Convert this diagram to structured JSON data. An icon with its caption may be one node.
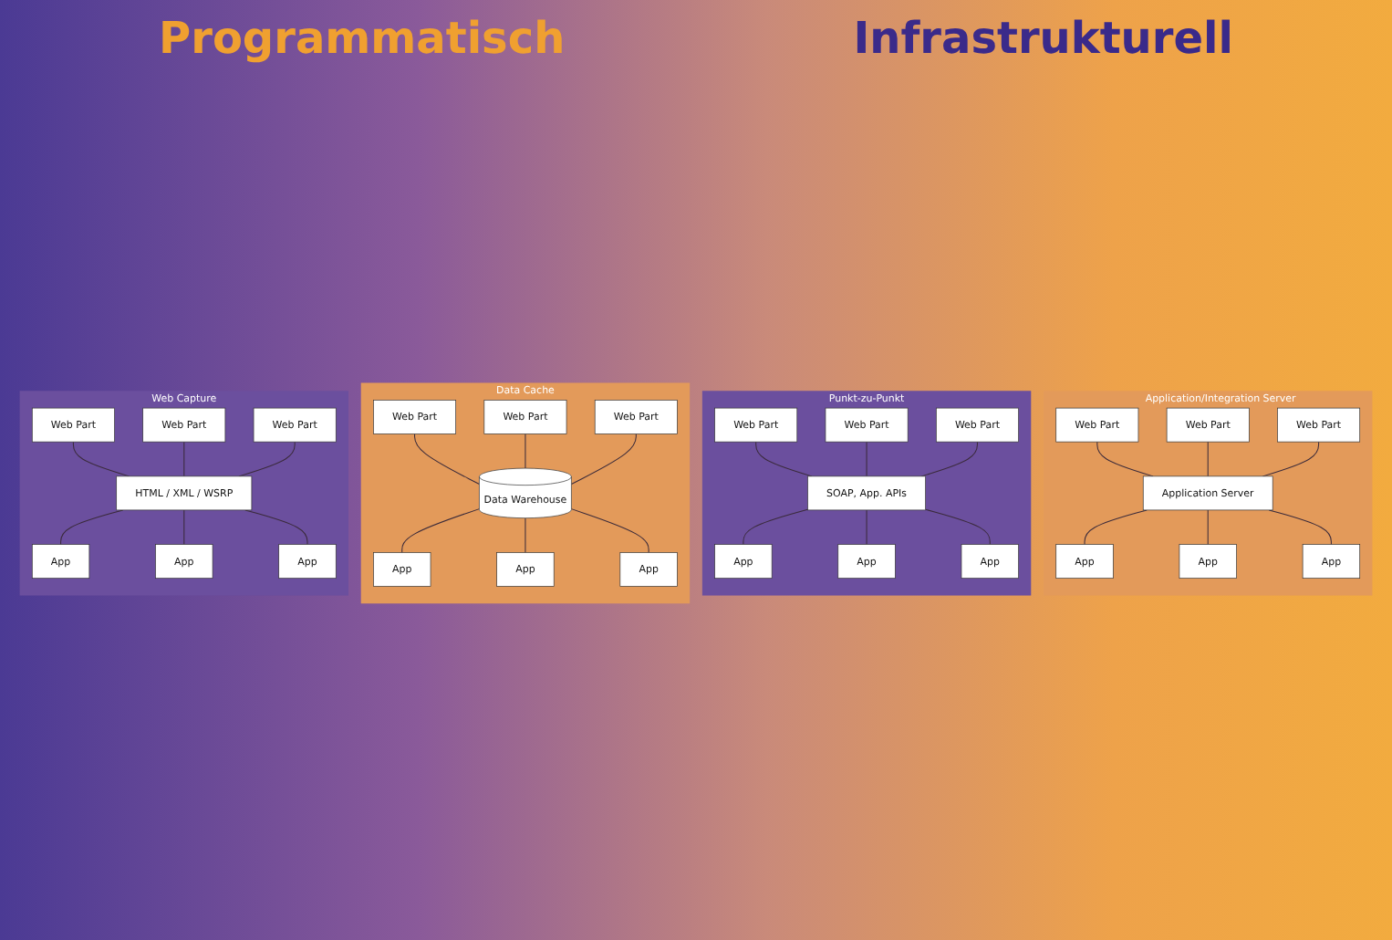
{
  "diagram": {
    "nodes": [
      {
        "text": [
          "Web Capture"
        ]
      },
      {
        "text": [
          "Web Part"
        ],
        "in": 0
      },
      {
        "text": [
          "Web Part"
        ],
        "in": 0
      },
      {
        "text": [
          "Web Part"
        ],
        "in": 0
      },
      {
        "text": [
          "HTML / XML / WSRP"
        ],
        "in": 0
      },
      {
        "text": [
          "App"
        ],
        "in": 0
      },
      {
        "text": [
          "App"
        ],
        "in": 0
      },
      {
        "text": [
          "App"
        ],
        "in": 0
      },
      {
        "text": [
          "Data Cache"
        ]
      },
      {
        "text": [
          "Web Part"
        ],
        "in": 8
      },
      {
        "text": [
          "Web Part"
        ],
        "in": 8
      },
      {
        "text": [
          "Web Part"
        ],
        "in": 8
      },
      {
        "text": [
          "Data Warehouse"
        ],
        "in": 8
      },
      {
        "text": [
          "App"
        ],
        "in": 8
      },
      {
        "text": [
          "App"
        ],
        "in": 8
      },
      {
        "text": [
          "App"
        ],
        "in": 8
      },
      {
        "text": [
          "Punkt-zu-Punkt"
        ]
      },
      {
        "text": [
          "Web Part"
        ],
        "in": 16
      },
      {
        "text": [
          "Web Part"
        ],
        "in": 16
      },
      {
        "text": [
          "Web Part"
        ],
        "in": 16
      },
      {
        "text": [
          "SOAP, App. APIs"
        ],
        "in": 16
      },
      {
        "text": [
          "App"
        ],
        "in": 16
      },
      {
        "text": [
          "App"
        ],
        "in": 16
      },
      {
        "text": [
          "App"
        ],
        "in": 16
      },
      {
        "text": [
          "Application/Integration Server"
        ]
      },
      {
        "text": [
          "Web Part"
        ],
        "in": 24
      },
      {
        "text": [
          "Web Part"
        ],
        "in": 24
      },
      {
        "text": [
          "Web Part"
        ],
        "in": 24
      },
      {
        "text": [
          "Application Server"
        ],
        "in": 24
      },
      {
        "text": [
          "App"
        ],
        "in": 24
      },
      {
        "text": [
          "App"
        ],
        "in": 24
      },
      {
        "text": [
          "App"
        ],
        "in": 24
      }
    ],
    "edges": [
      {
        "from": 1,
        "to": 4,
        "arrow": "none"
      },
      {
        "from": 2,
        "to": 4,
        "arrow": "none"
      },
      {
        "from": 3,
        "to": 4,
        "arrow": "none"
      },
      {
        "from": 4,
        "to": 5,
        "arrow": "none"
      },
      {
        "from": 4,
        "to": 6,
        "arrow": "none"
      },
      {
        "from": 4,
        "to": 7,
        "arrow": "none"
      },
      {
        "from": 9,
        "to": 12,
        "arrow": "none"
      },
      {
        "from": 10,
        "to": 12,
        "arrow": "none"
      },
      {
        "from": 11,
        "to": 12,
        "arrow": "none"
      },
      {
        "from": 12,
        "to": 13,
        "arrow": "none"
      },
      {
        "from": 12,
        "to": 14,
        "arrow": "none"
      },
      {
        "from": 12,
        "to": 15,
        "arrow": "none"
      },
      {
        "from": 17,
        "to": 20,
        "arrow": "none"
      },
      {
        "from": 18,
        "to": 20,
        "arrow": "none"
      },
      {
        "from": 19,
        "to": 20,
        "arrow": "none"
      },
      {
        "from": 20,
        "to": 21,
        "arrow": "none"
      },
      {
        "from": 20,
        "to": 22,
        "arrow": "none"
      },
      {
        "from": 20,
        "to": 23,
        "arrow": "none"
      },
      {
        "from": 25,
        "to": 28,
        "arrow": "none"
      },
      {
        "from": 26,
        "to": 28,
        "arrow": "none"
      },
      {
        "from": 27,
        "to": 28,
        "arrow": "none"
      },
      {
        "from": 28,
        "to": 29,
        "arrow": "none"
      },
      {
        "from": 28,
        "to": 30,
        "arrow": "none"
      },
      {
        "from": 28,
        "to": 31,
        "arrow": "none"
      }
    ],
    "labels": [
      "Programmatisch",
      "Infrastrukturell"
    ]
  }
}
